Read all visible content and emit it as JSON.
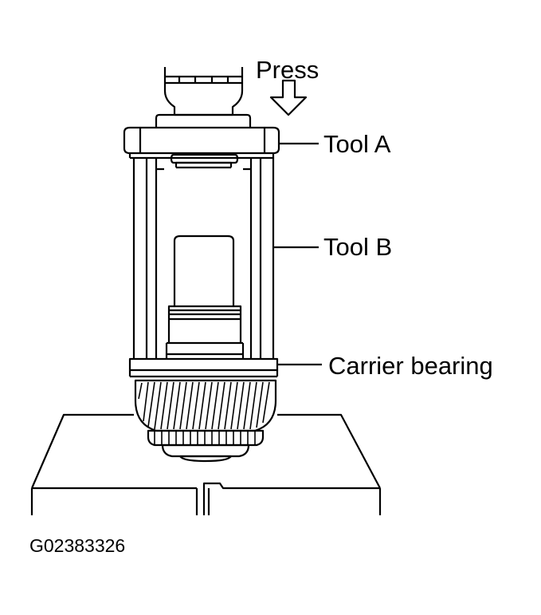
{
  "labels": {
    "press": "Press",
    "tool_a": "Tool A",
    "tool_b": "Tool B",
    "carrier_bearing": "Carrier bearing"
  },
  "figure_id": "G02383326",
  "colors": {
    "line": "#000000",
    "background": "#ffffff"
  }
}
